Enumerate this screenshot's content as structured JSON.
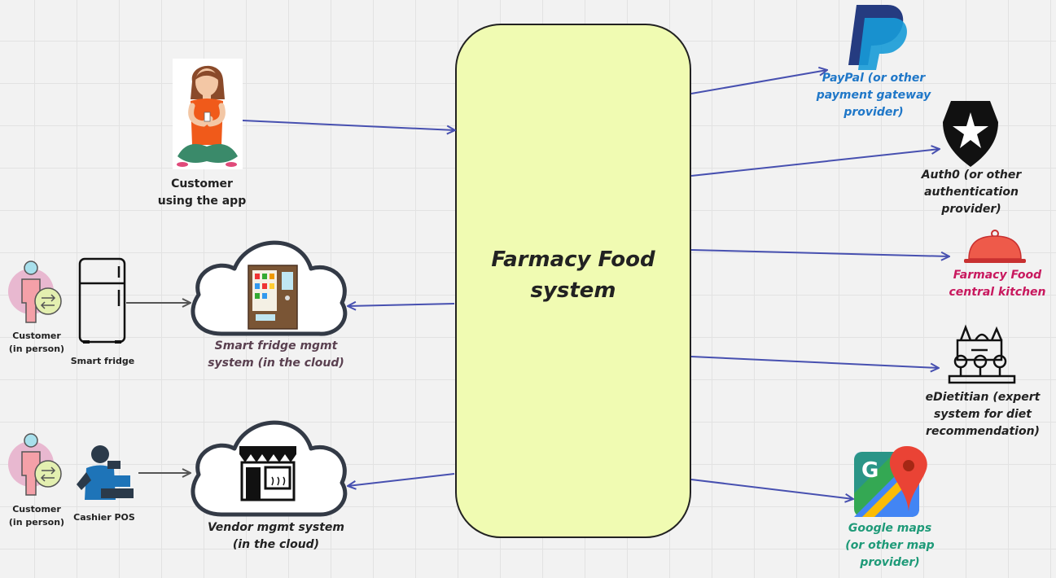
{
  "diagram": {
    "main_system": {
      "label": "Farmacy Food\nsystem"
    },
    "nodes": {
      "app_customer": {
        "label": "Customer\nusing the app"
      },
      "in_person_customer_1": {
        "label": "Customer\n(in person)"
      },
      "smart_fridge": {
        "label": "Smart fridge"
      },
      "smart_fridge_cloud": {
        "label": "Smart fridge mgmt\nsystem (in the cloud)"
      },
      "in_person_customer_2": {
        "label": "Customer\n(in person)"
      },
      "cashier_pos": {
        "label": "Cashier POS"
      },
      "vendor_cloud": {
        "label": "Vendor mgmt system\n(in the cloud)"
      },
      "paypal": {
        "label": "PayPal (or other\npayment gateway\nprovider)"
      },
      "auth0": {
        "label": "Auth0 (or other\nauthentication\nprovider)"
      },
      "central_kitchen": {
        "label": "Farmacy Food\ncentral kitchen"
      },
      "edietitian": {
        "label": "eDietitian (expert\nsystem for diet\nrecommendation)"
      },
      "google_maps": {
        "label": "Google maps\n(or other map\nprovider)"
      }
    },
    "colors": {
      "main_fill": "#f0fbb2",
      "arrow": "#4750b0",
      "arrow_gray": "#555555",
      "paypal_text": "#1f77c8",
      "kitchen_text": "#c8185e",
      "maps_text": "#1e9a78",
      "cloud_text": "#5a4050"
    }
  }
}
